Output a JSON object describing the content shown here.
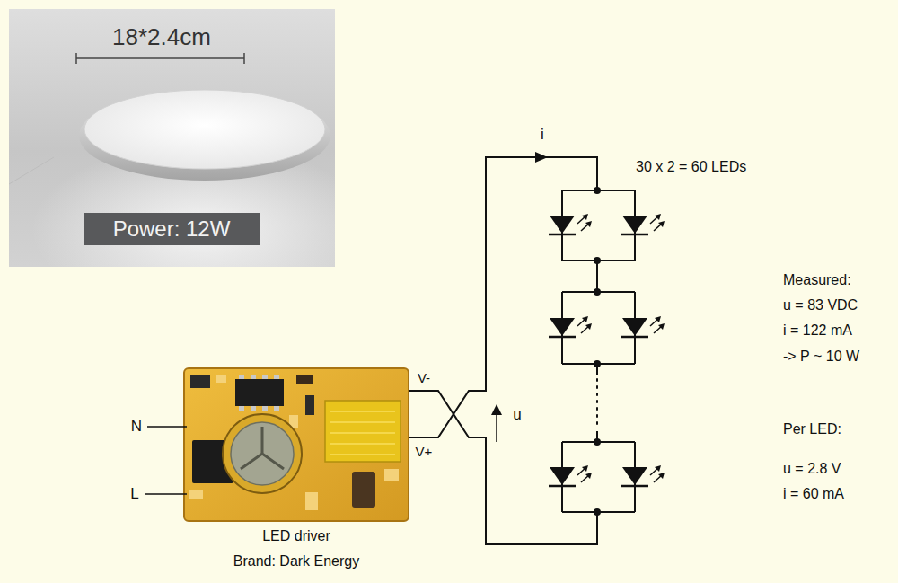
{
  "diagram": {
    "nodes": [
      {
        "text": [
          "Power: 12W"
        ]
      }
    ],
    "labels": [
      "18*2.4cm",
      "i",
      "30 x 2 = 60 LEDs",
      "Measured:",
      "u = 83 VDC",
      "i = 122 mA",
      "-> P ~ 10 W",
      "Per LED:",
      "u = 2.8 V",
      "i = 60 mA",
      "u",
      "V-",
      "V+",
      "N",
      "L",
      "LED driver",
      "Brand: Dark Energy"
    ]
  }
}
